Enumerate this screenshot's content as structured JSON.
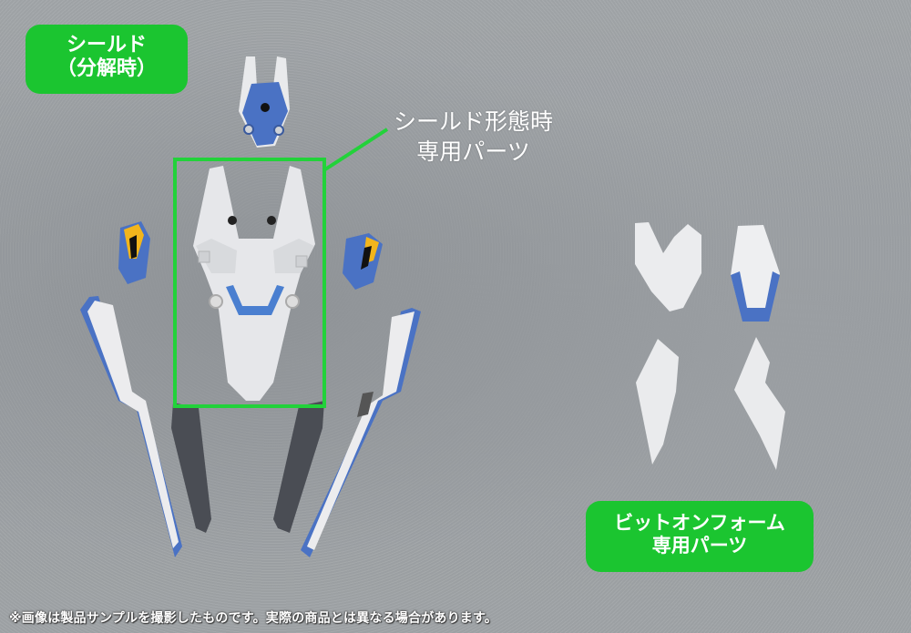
{
  "image": {
    "description": "Product photo of plastic model kit shield parts laid on a grey textured surface with green annotation labels",
    "background_color": "#9fa3a6"
  },
  "labels": {
    "shield_disassembled": {
      "line1": "シールド",
      "line2": "（分解時）",
      "color": "#1bc530"
    },
    "shield_form_parts": {
      "line1": "シールド形態時",
      "line2": "専用パーツ"
    },
    "bit_on_form_parts": {
      "line1": "ビットオンフォーム",
      "line2": "専用パーツ",
      "color": "#1bc530"
    }
  },
  "highlight": {
    "box_color": "#22d23a"
  },
  "parts": {
    "colors": {
      "white": "#e9eaec",
      "blue": "#4a72c4",
      "dark_grey": "#4a4d54",
      "yellow": "#f2b51c"
    },
    "left_group": [
      "top-blue-clip",
      "shield-center-core",
      "left-blue-joint",
      "right-blue-joint",
      "left-blade",
      "right-blade",
      "left-dark-strut",
      "right-dark-strut"
    ],
    "right_group": [
      "bit-head-piece",
      "bit-blue-tip-piece",
      "bit-left-fin",
      "bit-right-fin"
    ]
  },
  "footer": {
    "disclaimer": "※画像は製品サンプルを撮影したものです。実際の商品とは異なる場合があります。"
  }
}
